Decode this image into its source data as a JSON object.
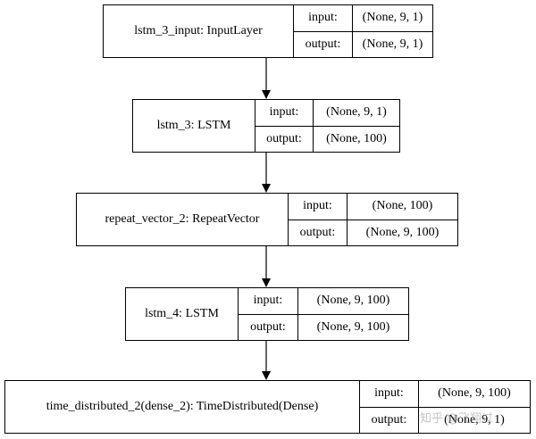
{
  "diagram": {
    "nodes": [
      {
        "name": "lstm_3_input: InputLayer",
        "input": "(None, 9, 1)",
        "output": "(None, 9, 1)"
      },
      {
        "name": "lstm_3: LSTM",
        "input": "(None, 9, 1)",
        "output": "(None, 100)"
      },
      {
        "name": "repeat_vector_2: RepeatVector",
        "input": "(None, 100)",
        "output": "(None, 9, 100)"
      },
      {
        "name": "lstm_4: LSTM",
        "input": "(None, 9, 100)",
        "output": "(None, 9, 100)"
      },
      {
        "name": "time_distributed_2(dense_2): TimeDistributed(Dense)",
        "input": "(None, 9, 100)",
        "output": "(None, 9, 1)"
      }
    ],
    "port_labels": {
      "input": "input:",
      "output": "output:"
    },
    "edges": [
      {
        "from": "lstm_3_input: InputLayer",
        "to": "lstm_3: LSTM"
      },
      {
        "from": "lstm_3: LSTM",
        "to": "repeat_vector_2: RepeatVector"
      },
      {
        "from": "repeat_vector_2: RepeatVector",
        "to": "lstm_4: LSTM"
      },
      {
        "from": "lstm_4: LSTM",
        "to": "time_distributed_2(dense_2): TimeDistributed(Dense)"
      }
    ]
  },
  "watermark": "知乎 @飞翔过"
}
